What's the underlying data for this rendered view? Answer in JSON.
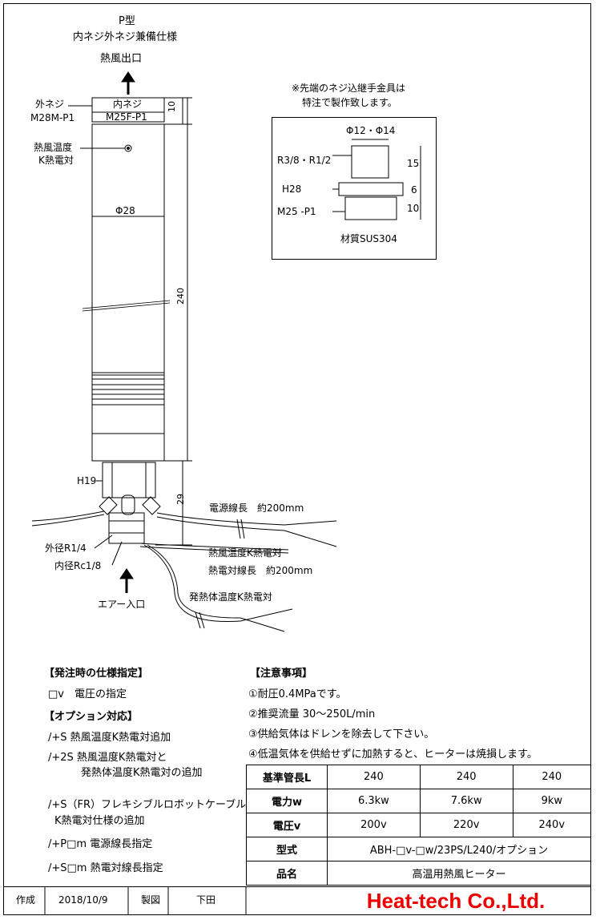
{
  "top": {
    "type": "P型",
    "spec": "内ネジ外ネジ兼備仕様",
    "outlet": "熱風出口"
  },
  "labels": {
    "outer_thread": "外ネジ",
    "outer_thread_code": "M28M-P1",
    "inner_thread": "内ネジ",
    "inner_thread_code": "M25F-P1",
    "dim_10_top": "10",
    "hot_air_temp": "熱風温度",
    "k_thermo": "K熱電対",
    "dia28": "Φ28",
    "dim_240": "240",
    "h19": "H19",
    "dim_29": "29",
    "power_cable": "電源線長　約200mm",
    "outer_r14": "外径R1/4",
    "inner_rc18": "内径Rc1/8",
    "hot_air_k": "熱風温度K熱電対",
    "thermo_cable": "熱電対線長　約200mm",
    "air_inlet": "エアー入口",
    "heater_k": "発熱体温度K熱電対"
  },
  "detail": {
    "note1": "※先端のネジ込継手金具は",
    "note2": "特注で製作致します。",
    "phi": "Φ12・Φ14",
    "r38": "R3/8・R1/2",
    "h28": "H28",
    "m25": "M25 -P1",
    "d15": "15",
    "d6": "6",
    "d10": "10",
    "material": "材質SUS304"
  },
  "order": {
    "heading": "【発注時の仕様指定】",
    "voltage": "□v　電圧の指定"
  },
  "options": {
    "heading": "【オプション対応】",
    "o1": "/+S  熱風温度K熱電対追加",
    "o2a": "/+2S  熱風温度K熱電対と",
    "o2b": "発熱体温度K熱電対の追加",
    "o3a": "/+S（FR）フレキシブルロボットケーブル",
    "o3b": "K熱電対仕様の追加",
    "o4": "/+P□m  電源線長指定",
    "o5": "/+S□m  熱電対線長指定"
  },
  "notes": {
    "heading": "【注意事項】",
    "n1": "①耐圧0.4MPaです。",
    "n2": "②推奨流量 30～250L/min",
    "n3": "③供給気体はドレンを除去して下さい。",
    "n4": "④低温気体を供給せずに加熱すると、ヒーターは焼損します。"
  },
  "spec_table": {
    "pipe_label": "基準管長L",
    "pipe": [
      "240",
      "240",
      "240"
    ],
    "power_label": "電力w",
    "power": [
      "6.3kw",
      "7.6kw",
      "9kw"
    ],
    "volt_label": "電圧v",
    "volt": [
      "200v",
      "220v",
      "240v"
    ],
    "model_label": "型式",
    "model": "ABH-□v-□w/23PS/L240/オプション",
    "name_label": "品名",
    "name": "高温用熱風ヒーター"
  },
  "footer": {
    "made": "作成",
    "date": "2018/10/9",
    "drawn": "製図",
    "person": "下田",
    "company": "Heat-tech Co.,Ltd."
  },
  "colors": {
    "brand": "#e00000"
  }
}
